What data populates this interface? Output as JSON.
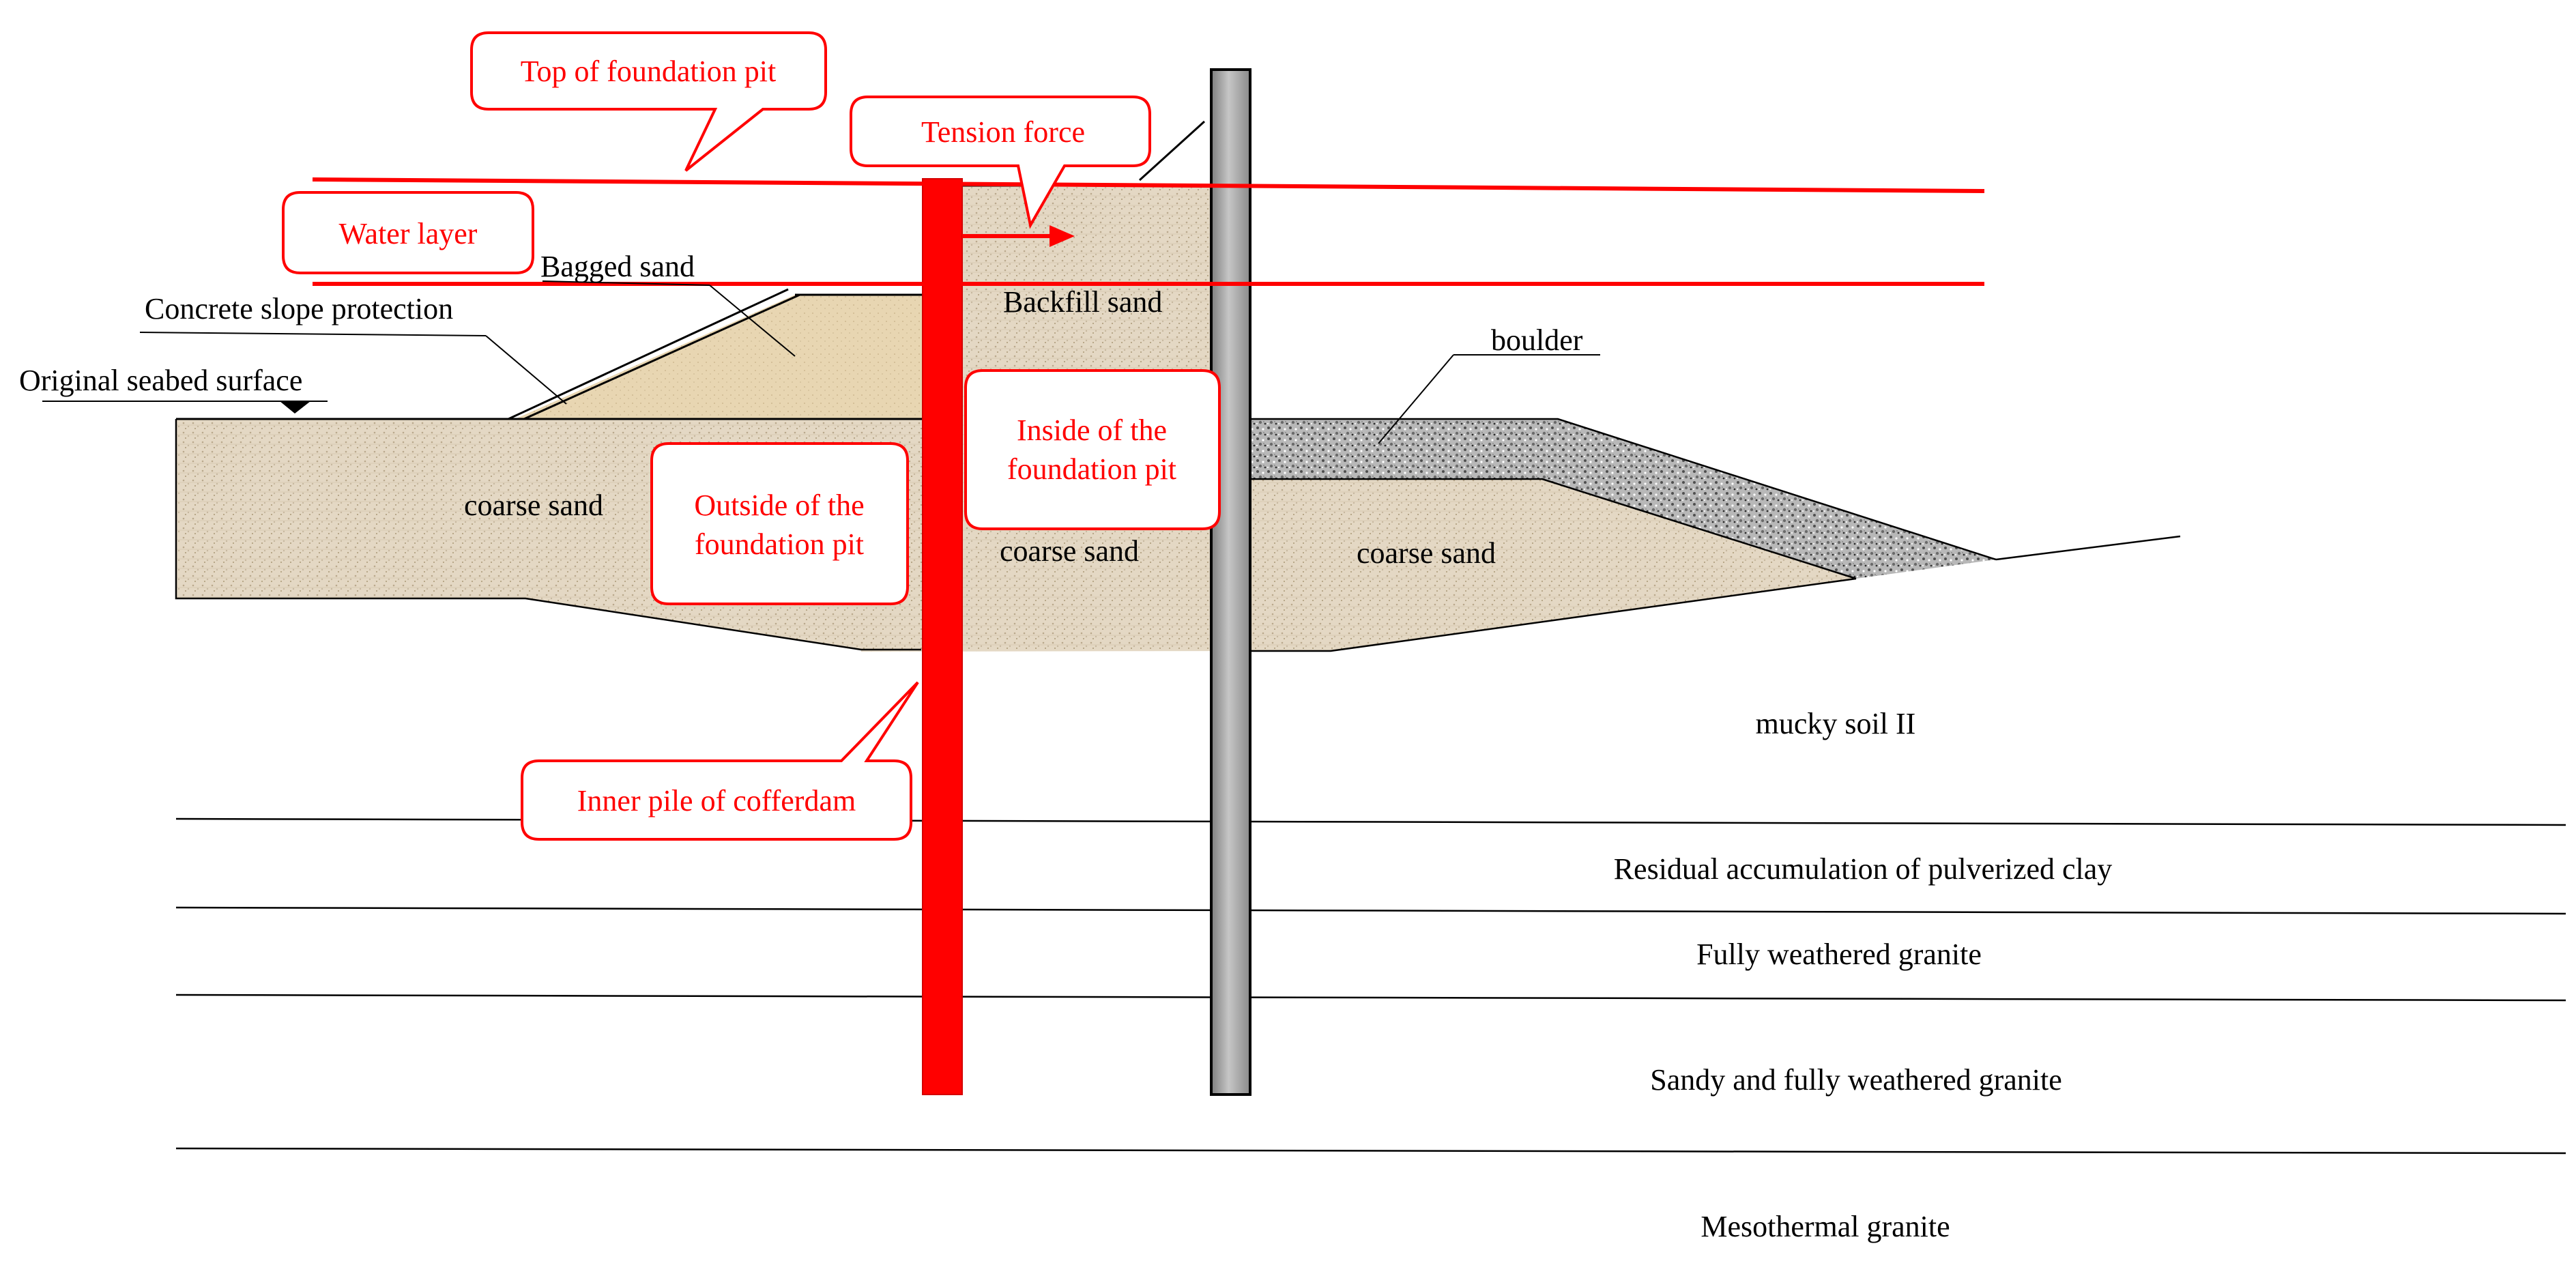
{
  "colors": {
    "accent_red": "#ff0000",
    "sand": "#e4d8c4",
    "sand_bagged": "#e8d6b2",
    "boulder": "#a8a8a8",
    "steel_pile": "#a6a6a6"
  },
  "callouts": {
    "top_of_pit": "Top of foundation pit",
    "tension_force": "Tension force",
    "water_layer": "Water layer",
    "outside_line1": "Outside of the",
    "outside_line2": "foundation pit",
    "inside_line1": "Inside of the",
    "inside_line2": "foundation pit",
    "inner_pile": "Inner pile of cofferdam"
  },
  "labels": {
    "bagged_sand": "Bagged sand",
    "concrete_slope": "Concrete slope protection",
    "original_seabed": "Original seabed surface",
    "backfill_sand": "Backfill sand",
    "boulder": "boulder",
    "coarse_sand_left": "coarse sand",
    "coarse_sand_middle": "coarse sand",
    "coarse_sand_right": "coarse sand"
  },
  "strata": {
    "mucky_soil": "mucky soil II",
    "residual_clay": "Residual accumulation of pulverized clay",
    "fully_weathered": "Fully weathered granite",
    "sandy_weathered": "Sandy and fully weathered granite",
    "mesothermal": "Mesothermal granite"
  }
}
